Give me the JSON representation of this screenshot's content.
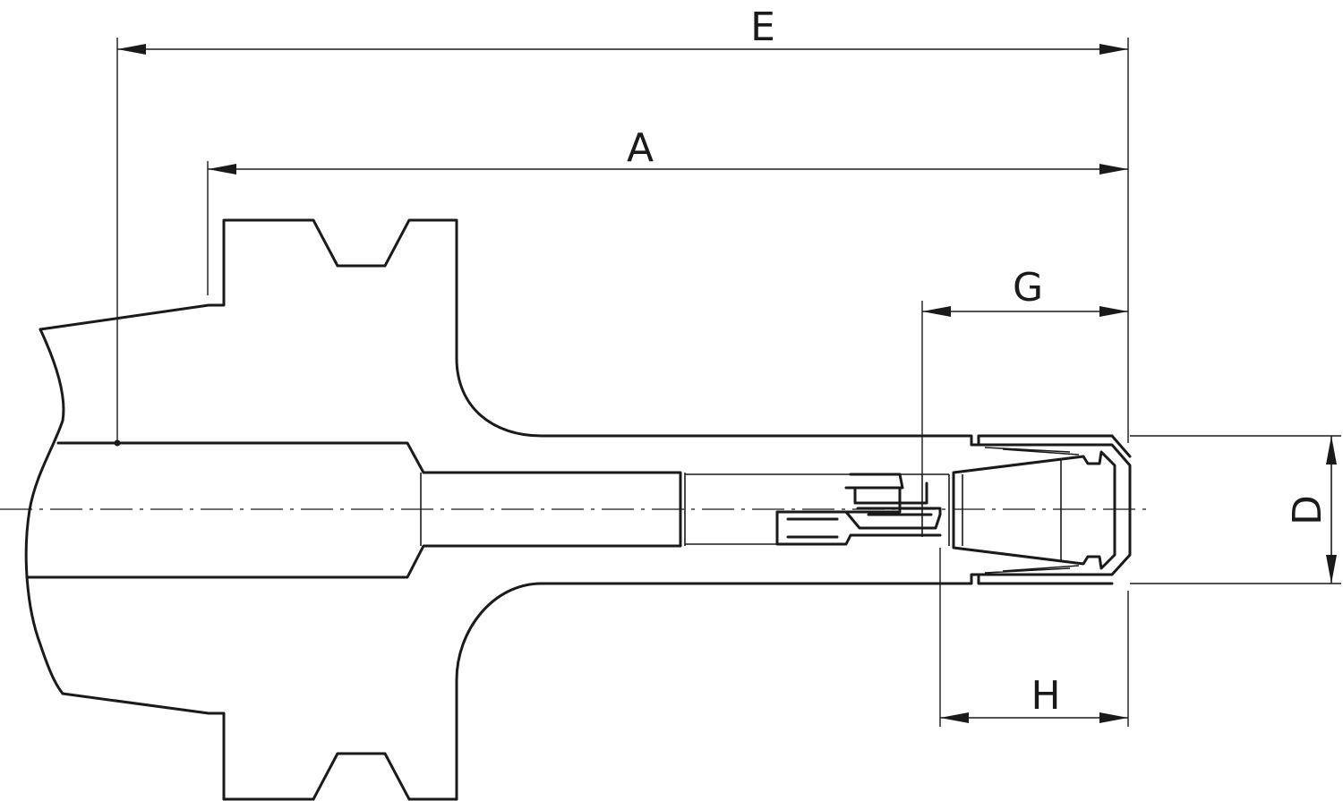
{
  "dimensions": {
    "E": "E",
    "A": "A",
    "G": "G",
    "H": "H",
    "D": "D"
  },
  "colors": {
    "line": "#1a1a1a",
    "background": "#ffffff"
  }
}
